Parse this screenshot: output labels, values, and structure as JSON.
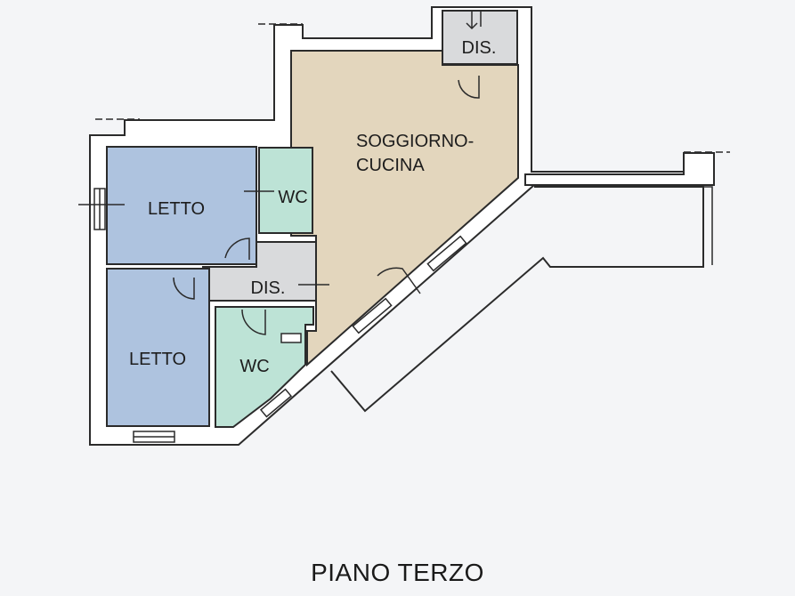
{
  "rooms": {
    "letto_upper": "LETTO",
    "wc_upper": "WC",
    "soggiorno_line1": "SOGGIORNO-",
    "soggiorno_line2": "CUCINA",
    "dis_top": "DIS.",
    "dis_center": "DIS.",
    "letto_lower": "LETTO",
    "wc_lower": "WC"
  },
  "floor_label": "PIANO TERZO",
  "colors": {
    "bedroom": "#aec3df",
    "bathroom": "#bde3d6",
    "living": "#e3d6bd",
    "corridor": "#d9dadc",
    "wall": "#ffffff",
    "wall_outline": "#2b2b2b",
    "background": "#f4f5f7"
  }
}
